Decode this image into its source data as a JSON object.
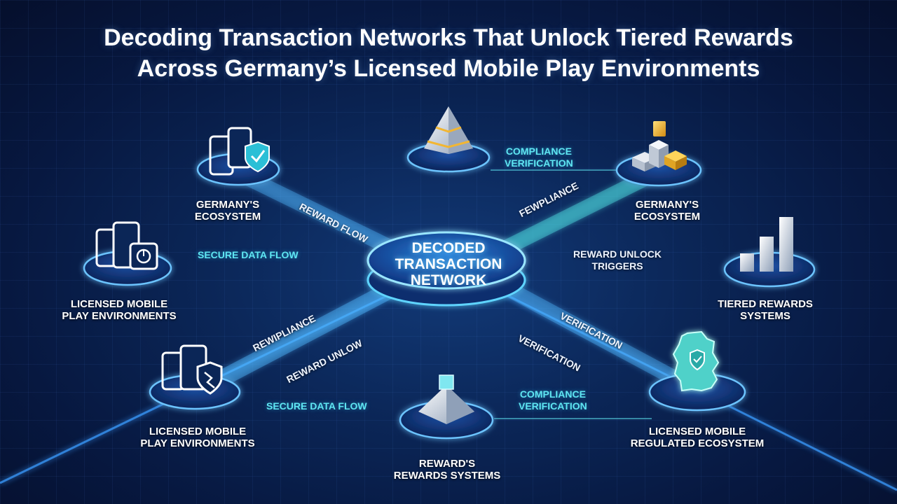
{
  "title": {
    "line1": "Decoding Transaction Networks That Unlock Tiered Rewards",
    "line2": "Across Germany’s Licensed Mobile Play Environments"
  },
  "hub": {
    "line1": "DECODED",
    "line2": "TRANSACTION",
    "line3": "NETWORK"
  },
  "nodes": {
    "germany_left": {
      "line1": "GERMANY'S",
      "line2": "ECOSYSTEM",
      "icon": "mobile-devices-shield-icon"
    },
    "licensed_left": {
      "line1": "LICENSED MOBILE",
      "line2": "PLAY ENVIRONMENTS",
      "icon": "mobile-devices-icon"
    },
    "licensed_bottom_left": {
      "line1": "LICENSED MOBILE",
      "line2": "PLAY ENVIRONMENTS",
      "icon": "mobile-devices-shield-icon"
    },
    "top_pyramid": {
      "icon": "pyramid-icon"
    },
    "rewards_bottom": {
      "line1": "REWARD'S",
      "line2": "REWARDS SYSTEMS",
      "icon": "pyramid-cube-icon"
    },
    "germany_right": {
      "line1": "GERMANY'S",
      "line2": "ECOSYSTEM",
      "icon": "gold-blocks-icon"
    },
    "tiered_right": {
      "line1": "TIERED REWARDS",
      "line2": "SYSTEMS",
      "icon": "bar-chart-icon"
    },
    "regulated_right": {
      "line1": "LICENSED MOBILE",
      "line2": "REGULATED ECOSYSTEM",
      "icon": "germany-map-shield-icon"
    }
  },
  "edge_labels": {
    "compliance_top": {
      "line1": "COMPLIANCE",
      "line2": "VERIFICATION"
    },
    "reward_flow": "REWARD FLOW",
    "fewpliance": "FEWPLIANCE",
    "secure_data_flow_left": "SECURE DATA FLOW",
    "reward_unlock": {
      "line1": "REWARD UNLOCK",
      "line2": "TRIGGERS"
    },
    "rewipliance": "REWIPLIANCE",
    "reward_unlow": "REWARD UNLOW",
    "verification_1": "VERIFICATION",
    "verification_2": "VERIFICATION",
    "secure_data_flow_bottom": "SECURE DATA FLOW",
    "compliance_bottom": {
      "line1": "COMPLIANCE",
      "line2": "VERIFICATION"
    }
  },
  "colors": {
    "accent_cyan": "#5fe6f2",
    "glow_blue": "#3fa8ff",
    "background": "#0b2657",
    "gold": "#f2b632"
  }
}
